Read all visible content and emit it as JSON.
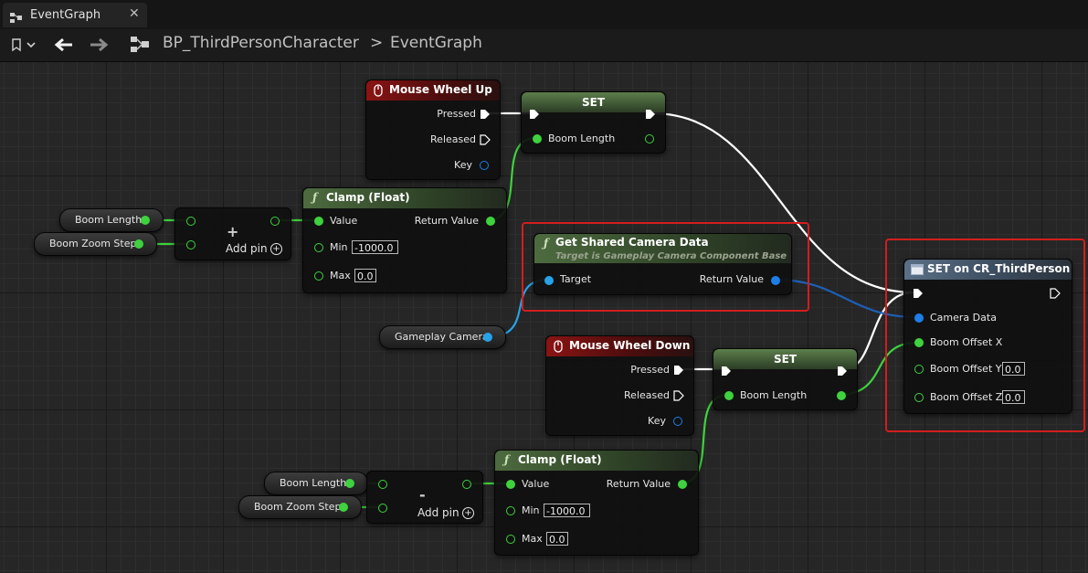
{
  "tab": {
    "title": "EventGraph",
    "close": "✕"
  },
  "breadcrumb": {
    "blueprint": "BP_ThirdPersonCharacter",
    "separator": ">",
    "graph": "EventGraph"
  },
  "nodes": {
    "mouse_wheel_up": {
      "title": "Mouse Wheel Up",
      "pressed": "Pressed",
      "released": "Released",
      "key": "Key"
    },
    "set_top": {
      "title": "SET",
      "pin": "Boom Length"
    },
    "clamp_top": {
      "title": "Clamp (Float)",
      "value": "Value",
      "return_value": "Return Value",
      "min": "Min",
      "min_value": "-1000.0",
      "max": "Max",
      "max_value": "0.0"
    },
    "add_top": {
      "symbol": "+",
      "add_pin": "Add pin"
    },
    "var_boom_length_top": "Boom Length",
    "var_boom_zoom_step_top": "Boom Zoom Step",
    "get_shared_camera_data": {
      "title": "Get Shared Camera Data",
      "subtitle": "Target is Gameplay Camera Component Base",
      "target": "Target",
      "return_value": "Return Value"
    },
    "var_gameplay_camera": "Gameplay Camera",
    "mouse_wheel_down": {
      "title": "Mouse Wheel Down",
      "pressed": "Pressed",
      "released": "Released",
      "key": "Key"
    },
    "set_mid": {
      "title": "SET",
      "pin": "Boom Length"
    },
    "set_on_cr": {
      "title": "SET on CR_ThirdPerson",
      "camera_data": "Camera Data",
      "boom_offset_x": "Boom Offset X",
      "boom_offset_y": "Boom Offset Y",
      "boom_offset_y_value": "0.0",
      "boom_offset_z": "Boom Offset Z",
      "boom_offset_z_value": "0.0"
    },
    "subtract_bottom": {
      "symbol": "-",
      "add_pin": "Add pin"
    },
    "var_boom_length_bottom": "Boom Length",
    "var_boom_zoom_step_bottom": "Boom Zoom Step",
    "clamp_bottom": {
      "title": "Clamp (Float)",
      "value": "Value",
      "return_value": "Return Value",
      "min": "Min",
      "min_value": "-1000.0",
      "max": "Max",
      "max_value": "0.0"
    }
  },
  "colors": {
    "float_pin": "#3ed23e",
    "struct_pin": "#1e7ee8",
    "object_pin": "#27a2e8",
    "exec_wire": "#ffffff",
    "highlight": "#d21e1e"
  }
}
